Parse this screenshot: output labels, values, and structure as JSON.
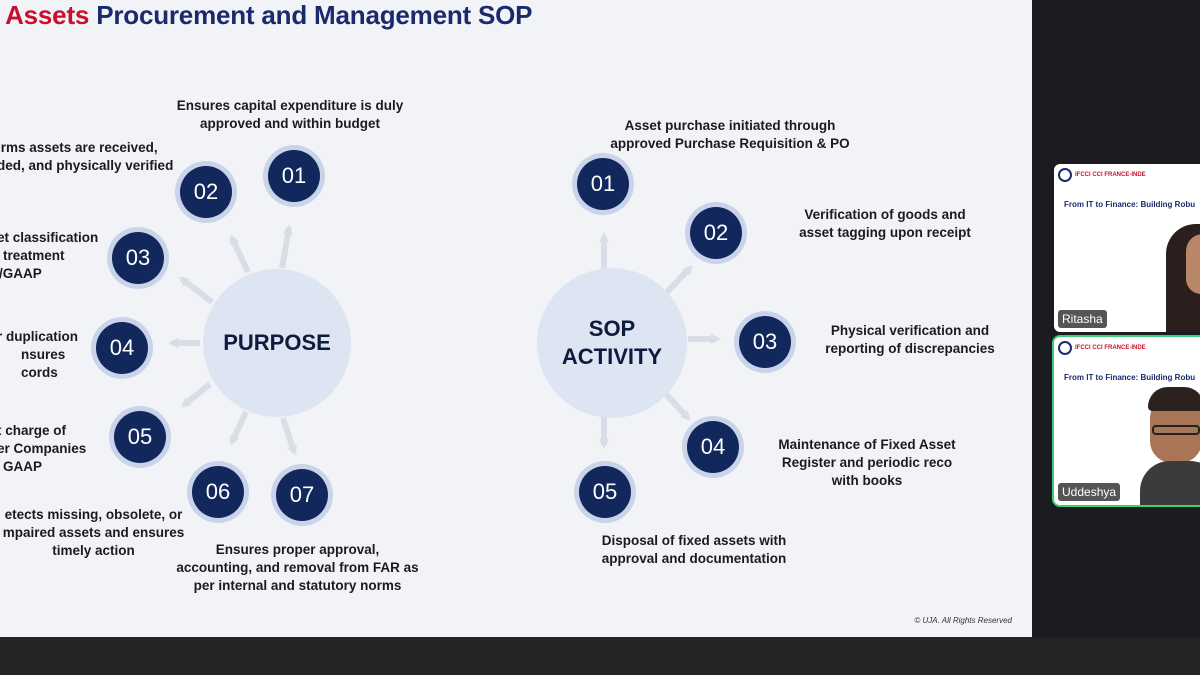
{
  "slide": {
    "title_red": "l Assets",
    "title_blue": "Procurement and Management SOP",
    "purpose": {
      "label": "PURPOSE",
      "items": [
        {
          "num": "01",
          "lines": [
            "Ensures capital expenditure is duly",
            "approved and within budget"
          ]
        },
        {
          "num": "02",
          "lines": [
            "irms assets are received,",
            "ded, and physically verified"
          ]
        },
        {
          "num": "03",
          "lines": [
            "et classification",
            "treatment",
            "/GAAP"
          ]
        },
        {
          "num": "04",
          "lines": [
            "r duplication",
            "nsures",
            "cords"
          ]
        },
        {
          "num": "05",
          "lines": [
            "t charge of",
            "er Companies",
            "GAAP"
          ]
        },
        {
          "num": "06",
          "lines": [
            "etects missing, obsolete, or",
            "mpaired assets and ensures",
            "timely action"
          ]
        },
        {
          "num": "07",
          "lines": [
            "Ensures proper approval,",
            "accounting, and removal from FAR as",
            "per internal and statutory norms"
          ]
        }
      ]
    },
    "activity": {
      "label_line1": "SOP",
      "label_line2": "ACTIVITY",
      "items": [
        {
          "num": "01",
          "lines": [
            "Asset purchase initiated through",
            "approved Purchase Requisition & PO"
          ]
        },
        {
          "num": "02",
          "lines": [
            "Verification of goods and",
            "asset tagging upon receipt"
          ]
        },
        {
          "num": "03",
          "lines": [
            "Physical verification and",
            "reporting of discrepancies"
          ]
        },
        {
          "num": "04",
          "lines": [
            "Maintenance of Fixed Asset",
            "Register and periodic reco",
            "with books"
          ]
        },
        {
          "num": "05",
          "lines": [
            "Disposal of fixed assets with",
            "approval and documentation"
          ]
        }
      ]
    },
    "copyright": "© UJA. All Rights Reserved"
  },
  "participants": [
    {
      "name": "Ritasha",
      "banner": "From IT to Finance: Building Robu",
      "logo": "IFCCI CCI FRANCE-INDE"
    },
    {
      "name": "Uddeshya",
      "banner": "From IT to Finance: Building Robu",
      "logo": "IFCCI CCI FRANCE-INDE"
    }
  ],
  "colors": {
    "accent_red": "#c8102e",
    "accent_blue": "#1a2a6c",
    "circle_fill": "#12285c",
    "active_speaker": "#3fcf7a"
  }
}
